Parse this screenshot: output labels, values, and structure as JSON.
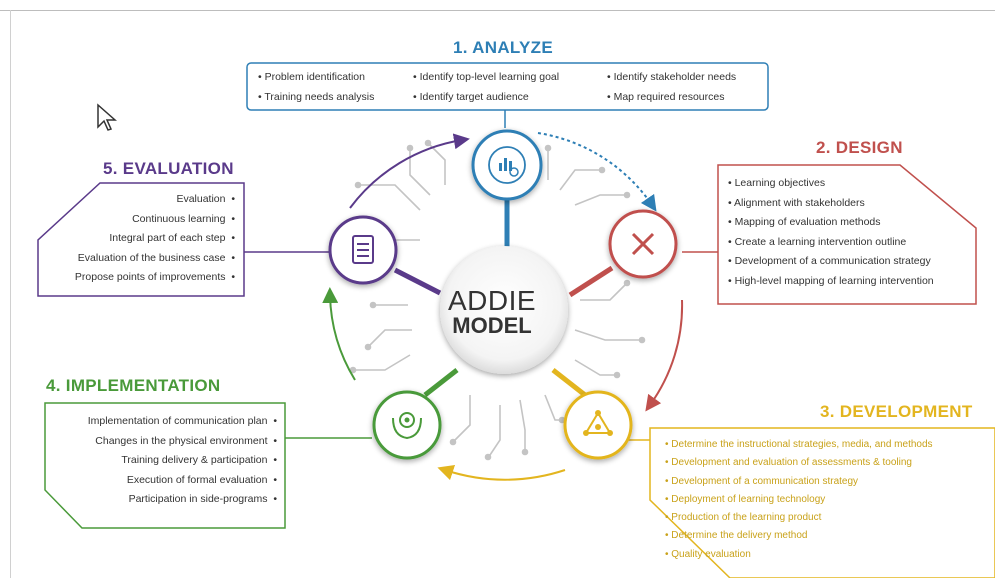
{
  "center": {
    "line1": "ADDIE",
    "line2": "MODEL"
  },
  "colors": {
    "analyze": "#2e7fb5",
    "design": "#c0504d",
    "development": "#e3b51f",
    "implementation": "#4a9a3a",
    "evaluation": "#5a3a8a"
  },
  "phases": {
    "analyze": {
      "title": "1. ANALYZE",
      "icon": "chart-magnifier-icon",
      "items": [
        "Problem identification",
        "Training needs analysis",
        "Identify top-level learning goal",
        "Identify target audience",
        "Identify stakeholder needs",
        "Map required resources"
      ]
    },
    "design": {
      "title": "2. DESIGN",
      "icon": "pencil-ruler-icon",
      "items": [
        "Learning objectives",
        "Alignment with stakeholders",
        "Mapping of evaluation methods",
        "Create a learning intervention outline",
        "Development of a communication strategy",
        "High-level mapping of learning intervention"
      ]
    },
    "development": {
      "title": "3. DEVELOPMENT",
      "icon": "network-nodes-icon",
      "items": [
        "Determine the instructional strategies, media, and methods",
        "Development and evaluation of assessments & tooling",
        "Development of a communication strategy",
        "Deployment of learning technology",
        "Production of the learning product",
        "Determine the delivery method",
        "Quality evaluation"
      ]
    },
    "implementation": {
      "title": "4. IMPLEMENTATION",
      "icon": "hands-gear-icon",
      "items": [
        "Implementation of communication plan",
        "Changes in the physical environment",
        "Training delivery & participation",
        "Execution of formal evaluation",
        "Participation in side-programs"
      ]
    },
    "evaluation": {
      "title": "5. EVALUATION",
      "icon": "checklist-icon",
      "items": [
        "Evaluation",
        "Continuous learning",
        "Integral part of each step",
        "Evaluation of the business case",
        "Propose points of improvements"
      ]
    }
  }
}
